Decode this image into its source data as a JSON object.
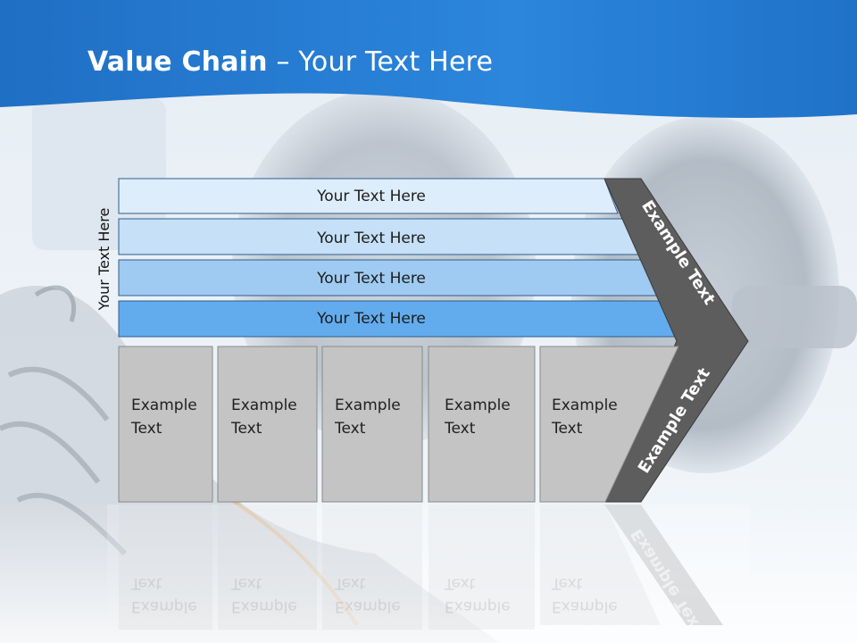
{
  "slide": {
    "title_bold": "Value Chain",
    "title_rest": " – Your Text Here",
    "side_label": "Your Text Here"
  },
  "bands": [
    {
      "label": "Your Text Here",
      "color": "#deedfb"
    },
    {
      "label": "Your Text Here",
      "color": "#c5e0f7"
    },
    {
      "label": "Your Text Here",
      "color": "#9fcbf2"
    },
    {
      "label": "Your Text Here",
      "color": "#62acee"
    }
  ],
  "boxes": [
    {
      "line1": "Example",
      "line2": "Text"
    },
    {
      "line1": "Example",
      "line2": "Text"
    },
    {
      "line1": "Example",
      "line2": "Text"
    },
    {
      "line1": "Example",
      "line2": "Text"
    },
    {
      "line1": "Example",
      "line2": "Text"
    }
  ],
  "chevron": {
    "upper_label": "Example Text",
    "lower_label": "Example Text",
    "color": "#5d5d5d"
  },
  "colors": {
    "header_blue": "#1e74cc",
    "box_fill": "#c4c4c4",
    "border": "#2e5d8c"
  },
  "images": {
    "background": "photo-of-dumbbells-and-sneakers"
  }
}
